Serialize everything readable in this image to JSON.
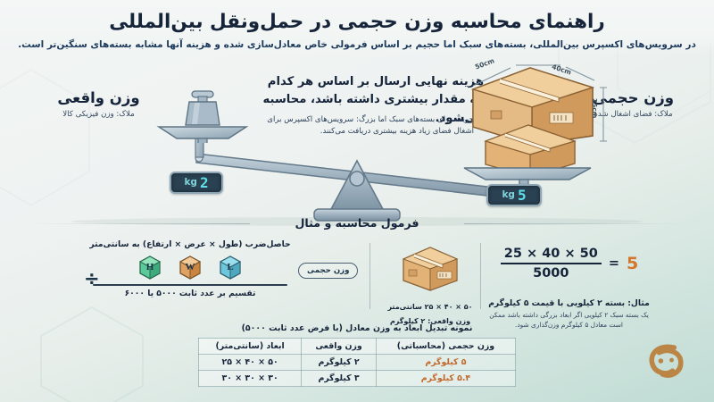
{
  "header": {
    "title": "راهنمای محاسبه وزن حجمی در حمل‌ونقل بین‌المللی",
    "subtitle": "در سرویس‌های اکسپرس بین‌المللی، بسته‌های سبک اما حجیم بر اساس فرمولی خاص معادل‌سازی شده و هزینه آنها مشابه بسته‌های سنگین‌تر است."
  },
  "intro": {
    "headline": "هزینه نهایی ارسال بر اساس هر کدام که مقدار بیشتری داشته باشد، محاسبه می‌شود.",
    "bullet": "جریمه برای بسته‌های سبک اما بزرگ: سرویس‌های اکسپرس برای اشغال فضای زیاد هزینه بیشتری دریافت می‌کنند."
  },
  "scale": {
    "left": {
      "title": "وزن واقعی",
      "criterion": "ملاک: وزن فیزیکی کالا",
      "reading_value": "2",
      "reading_unit": "kg"
    },
    "right": {
      "title": "وزن حجمی",
      "criterion": "ملاک: فضای اشغال شده",
      "reading_value": "5",
      "reading_unit": "kg"
    },
    "box_dimensions": {
      "length": "50cm",
      "width": "40cm",
      "height": "25cm"
    }
  },
  "formula_section": {
    "heading": "فرمول محاسبه و مثال",
    "numerator_text": "حاصل‌ضرب (طول × عرض × ارتفاع) به سانتی‌متر",
    "denominator_text": "تقسیم بر عدد ثابت ۵۰۰۰ یا ۶۰۰۰",
    "divide_sign": "÷",
    "cubes": [
      {
        "glyph": "L",
        "color": "#5fbcd4"
      },
      {
        "glyph": "W",
        "color": "#d98f4a"
      },
      {
        "glyph": "H",
        "color": "#4cb98a"
      }
    ],
    "result_chip": "وزن حجمی",
    "example_package": {
      "dimensions_text": "۵۰ × ۴۰ × ۲۵ سانتی‌متر",
      "actual_weight_text": "وزن واقعی: ۲ کیلوگرم"
    },
    "worked_example": {
      "numerator": "50 × 40 × 25",
      "denominator": "5000",
      "equals": "=",
      "result": "5",
      "note_title": "مثال: بسته ۲ کیلویی با قیمت ۵ کیلوگرم",
      "note_body": "یک بسته سبک ۲ کیلویی اگر ابعاد بزرگی داشته باشد ممکن است معادل ۵ کیلوگرم وزن‌گذاری شود."
    }
  },
  "table": {
    "caption": "نمونه تبدیل ابعاد به وزن معادل (با فرض عدد ثابت ۵۰۰۰)",
    "columns": [
      "وزن حجمی (محاسباتی)",
      "وزن واقعی",
      "ابعاد (سانتی‌متر)"
    ],
    "rows": [
      {
        "volumetric": "۵ کیلوگرم",
        "actual": "۲ کیلوگرم",
        "dims": "۵۰ × ۴۰ × ۲۵"
      },
      {
        "volumetric": "۵.۴ کیلوگرم",
        "actual": "۳ کیلوگرم",
        "dims": "۳۰ × ۳۰ × ۳۰"
      }
    ]
  },
  "branding": {
    "logo_color": "#b9762c"
  },
  "palette": {
    "accent_orange": "#d4762b",
    "dark_navy": "#16243a",
    "display_cyan": "#5fe0e8",
    "teal_bg": "#bfdcd4"
  }
}
